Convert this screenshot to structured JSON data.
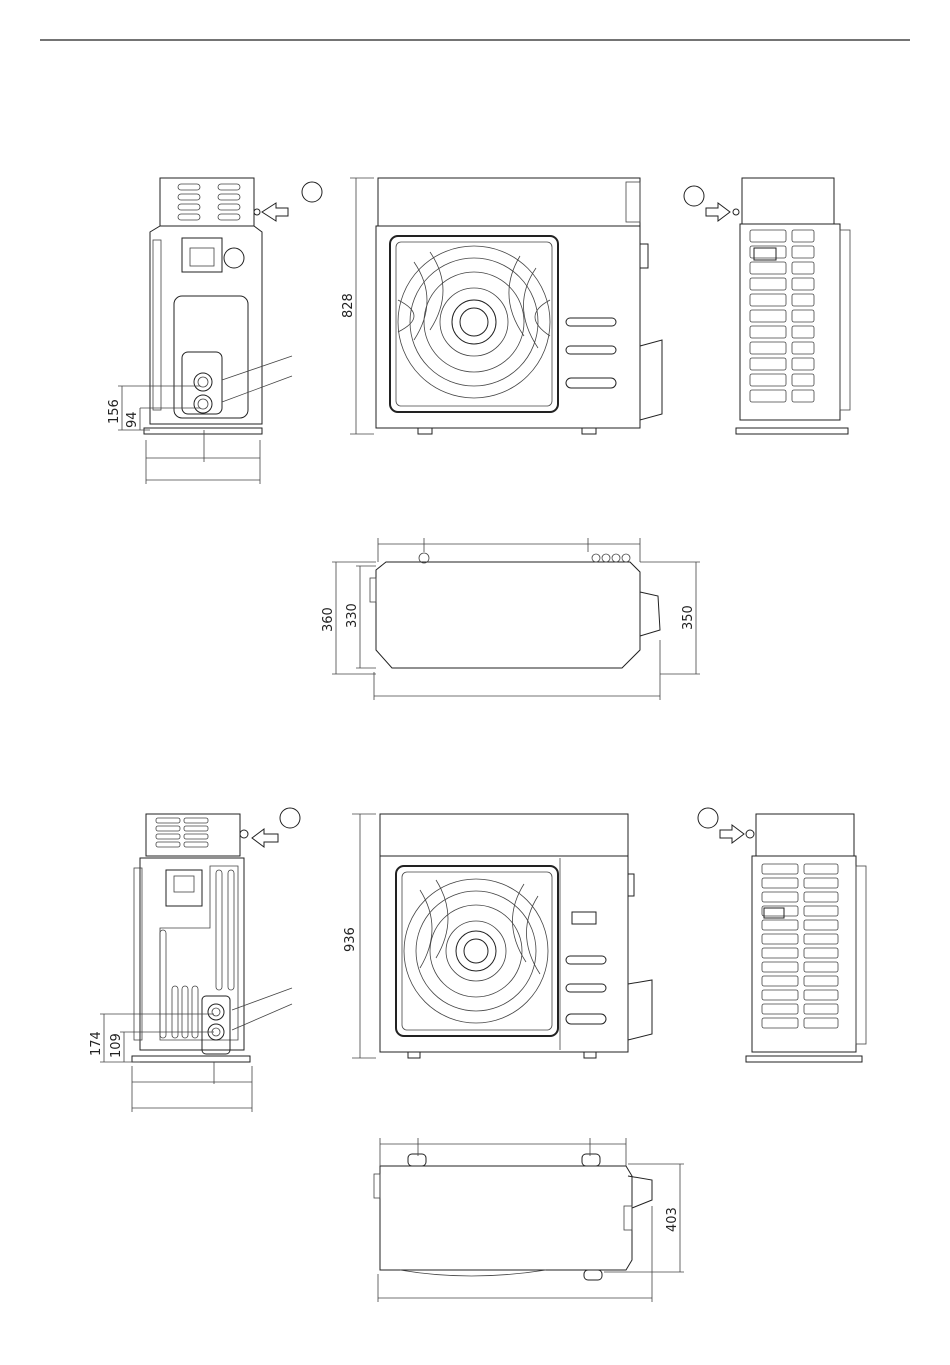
{
  "drawing": {
    "unit1": {
      "side_left": {
        "dims": [
          "156",
          "94"
        ]
      },
      "front": {
        "height": "828"
      },
      "top": {
        "dims": [
          "360",
          "330",
          "350"
        ]
      }
    },
    "unit2": {
      "side_left": {
        "dims": [
          "174",
          "109"
        ]
      },
      "front": {
        "height": "936"
      },
      "top": {
        "dims": [
          "403"
        ]
      }
    }
  }
}
